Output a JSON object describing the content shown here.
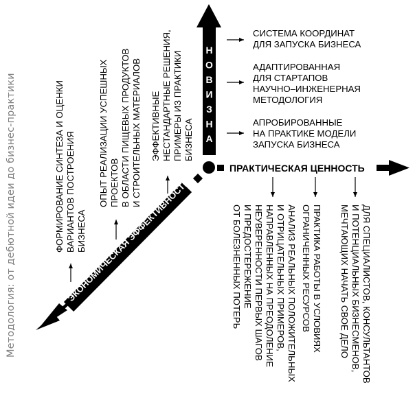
{
  "side_caption": "Методология: от дебютной идеи до бизнес-практики",
  "axes": {
    "novelty": "НОВИЗНА",
    "practical_value": "ПРАКТИЧЕСКАЯ ЦЕННОСТЬ",
    "economic_efficiency": "ЭКОНОМИЧЕСКАЯ ЭФФЕКТИВНОСТЬ"
  },
  "novelty_items": [
    [
      "СИСТЕМА КООРДИНАТ",
      "ДЛЯ ЗАПУСКА БИЗНЕСА"
    ],
    [
      "АДАПТИРОВАННАЯ",
      "ДЛЯ СТАРТАПОВ",
      "НАУЧНО–ИНЖЕНЕРНАЯ",
      "МЕТОДОЛОГИЯ"
    ],
    [
      "АПРОБИРОВАННЫЕ",
      "НА ПРАКТИКЕ МОДЕЛИ",
      "ЗАПУСКА БИЗНЕСА"
    ]
  ],
  "practical_items": [
    [
      "АНАЛИЗ РЕАЛЬНЫХ ПОЛОЖИТЕЛЬНЫХ",
      "И ОТРИЦАТЕЛЬНЫХ ПРИМЕРОВ,",
      "НАПРАВЛЕННЫХ НА ПРЕОДОЛЕНИЕ",
      "НЕУВЕРЕННОСТИ ПЕРВЫХ ШАГОВ",
      "И ПРЕДОСТЕРЕЖЕНИЕ",
      "ОТ БОЛЕЗНЕННЫХ ПОТЕРЬ"
    ],
    [
      "ПРАКТИКА РАБОТЫ В УСЛОВИЯХ",
      "ОГРАНИЧЕННЫХ РЕСУРСОВ"
    ],
    [
      "ДЛЯ СПЕЦИАЛИСТОВ, КОНСУЛЬТАНТОВ",
      "И ПОТЕНЦИАЛЬНЫХ БИЗНЕСМЕНОВ,",
      "МЕЧТАЮЩИХ НАЧАТЬ СВОЕ ДЕЛО"
    ]
  ],
  "economic_items": [
    [
      "ФОРМИРОВАНИЕ СИНТЕЗА И ОЦЕНКИ",
      "ВАРИАНТОВ ПОСТРОЕНИЯ",
      "БИЗНЕСА"
    ],
    [
      "ОПЫТ РЕАЛИЗАЦИИ УСПЕШНЫХ",
      "ПРОЕКТОВ",
      "В ОБЛАСТИ ПИЩЕВЫХ ПРОДУКТОВ",
      "И СТРОИТЕЛЬНЫХ МАТЕРИАЛОВ"
    ],
    [
      "ЭФФЕКТИВНЫЕ",
      "НЕСТАНДАРТНЫЕ РЕШЕНИЯ,",
      "ПРИМЕРЫ ИЗ ПРАКТИКИ",
      "БИЗНЕСА"
    ]
  ]
}
